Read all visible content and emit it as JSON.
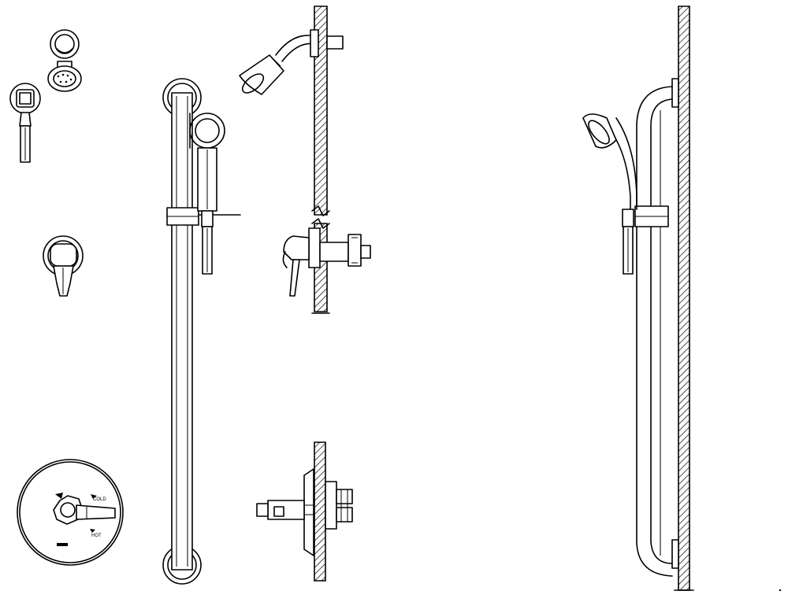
{
  "drawing": {
    "type": "cad-elevation",
    "line_color": "#000000",
    "background": "#ffffff",
    "text_labels": []
  },
  "parts": [
    {
      "id": "wall-shower-head-plan",
      "icon": "shower-head-icon"
    },
    {
      "id": "hand-shower-plan",
      "icon": "hand-shower-icon"
    },
    {
      "id": "wall-bracket-plan",
      "icon": "bracket-icon"
    },
    {
      "id": "valve-trim-plate",
      "icon": "valve-dial-icon"
    },
    {
      "id": "grab-bar-front",
      "icon": "grab-bar-icon"
    },
    {
      "id": "fixed-shower-head-side",
      "icon": "shower-head-icon"
    },
    {
      "id": "valve-side-section",
      "icon": "valve-icon"
    },
    {
      "id": "valve-body-section",
      "icon": "valve-body-icon"
    },
    {
      "id": "grab-bar-side",
      "icon": "grab-bar-icon"
    }
  ]
}
